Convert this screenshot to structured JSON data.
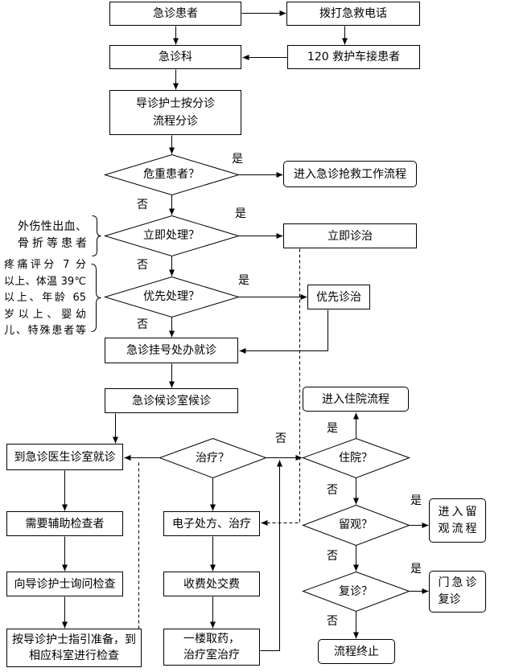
{
  "nodes": {
    "emergency_patient": "急诊患者",
    "call_emergency": "拨打急救电话",
    "ambulance_pickup": "120 救护车接患者",
    "emergency_department": "急诊科",
    "triage": [
      "导诊护士按分诊",
      "流程分诊"
    ],
    "rescue_workflow": "进入急诊抢救工作流程",
    "immediate_treatment": "立即诊治",
    "priority_treatment": "优先诊治",
    "registration": "急诊挂号处办就诊",
    "waiting_room": "急诊候诊室候诊",
    "doctor_consultation": "到急诊医生诊室就诊",
    "needs_exam": "需要辅助检查者",
    "ask_triage_nurse": "向导诊护士询问检查",
    "go_to_exam": [
      "按导诊护士指引准备，到",
      "相应科室进行检查"
    ],
    "prescription": "电子处方、治疗",
    "payment": "收费处交费",
    "pharmacy": [
      "一楼取药，",
      "治疗室治疗"
    ],
    "inpatient_workflow": "进入住院流程",
    "observation_workflow": [
      "进入留",
      "观流程"
    ],
    "follow_up": [
      "门急诊",
      "复诊"
    ],
    "end": "流程终止"
  },
  "decisions": {
    "critical": {
      "question": "危重患者？",
      "yes": "是",
      "no": "否"
    },
    "immediate": {
      "question": "立即处理？",
      "yes": "是",
      "no": "否"
    },
    "priority": {
      "question": "优先处理？",
      "yes": "是",
      "no": "否"
    },
    "treatment": {
      "question": "治疗？",
      "no": "否"
    },
    "admission": {
      "question": "住院？",
      "yes": "是",
      "no": "否"
    },
    "observation": {
      "question": "留观？",
      "yes": "是",
      "no": "否"
    },
    "revisit": {
      "question": "复诊？",
      "yes": "是",
      "no": "否"
    }
  },
  "annotations": {
    "immediate_criteria": [
      "外伤性出血、",
      "骨折等患者"
    ],
    "priority_criteria": [
      "疼痛评分 7 分",
      "以上、体温 39℃",
      "以上、年龄 65",
      "岁以上、婴幼",
      "儿、特殊患者等"
    ]
  }
}
